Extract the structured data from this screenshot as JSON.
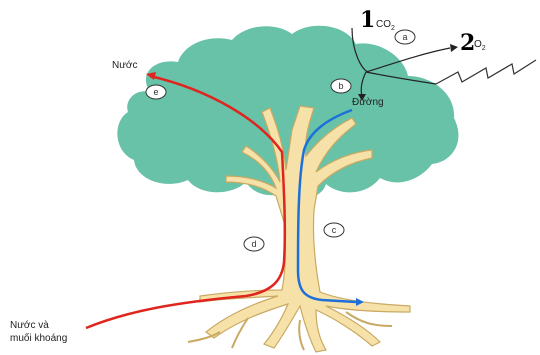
{
  "numbers": {
    "n1": "1",
    "n2": "2"
  },
  "gases": {
    "co2_main": "CO",
    "co2_sub": "2",
    "o2_main": "O",
    "o2_sub": "2"
  },
  "labels": {
    "water_top": "Nước",
    "sugar": "Đường",
    "water_minerals_line1": "Nước và",
    "water_minerals_line2": "muối khoáng"
  },
  "markers": {
    "a": "a",
    "b": "b",
    "c": "c",
    "d": "d",
    "e": "e"
  },
  "colors": {
    "canopy": "#68C2A8",
    "trunk": "#F6E2A8",
    "trunk_edge": "#C9A963",
    "xylem": "#E0251F",
    "phloem": "#1E70D8",
    "sun_ray": "#333333"
  }
}
